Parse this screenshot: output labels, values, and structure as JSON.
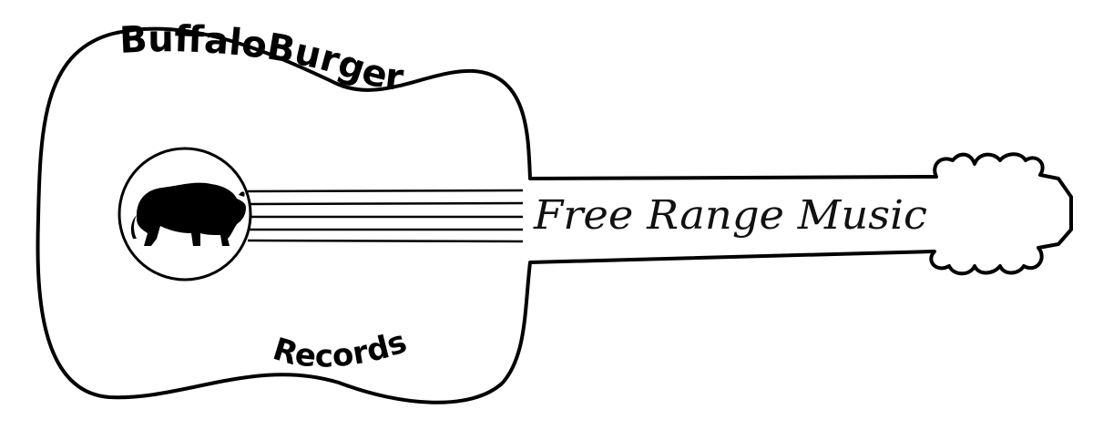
{
  "logo": {
    "brand_top": "BuffaloBurger",
    "brand_bottom": "Records",
    "slogan": "Free Range Music"
  },
  "colors": {
    "ink": "#000000",
    "background": "#ffffff"
  },
  "icons": {
    "emblem": "bison-icon"
  }
}
